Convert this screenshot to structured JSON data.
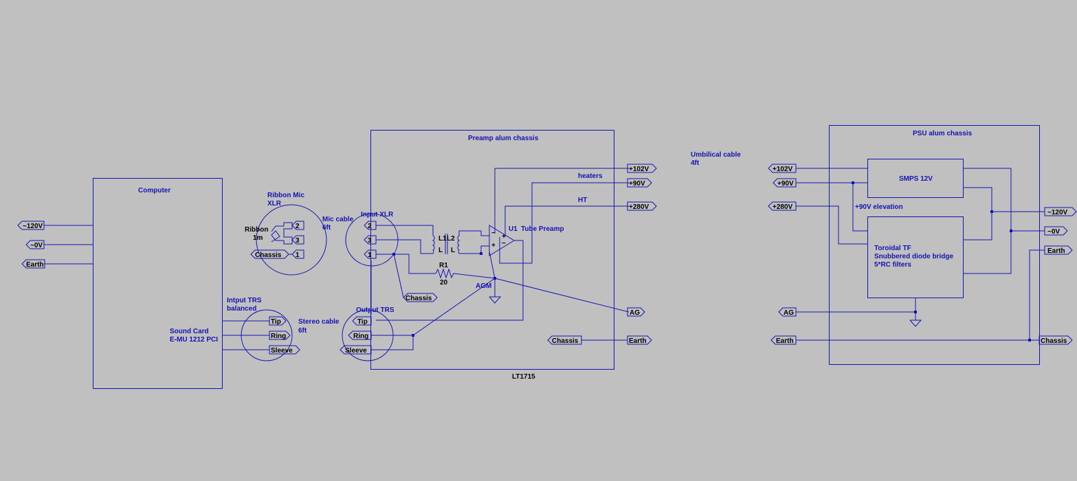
{
  "colors": {
    "background": "#c0c0c0",
    "wire": "#1414b4",
    "text_dark": "#000000"
  },
  "blocks": {
    "computer": {
      "title": "Computer",
      "soundcard_line1": "Sound Card",
      "soundcard_line2": "E-MU 1212 PCI"
    },
    "preamp": {
      "title": "Preamp alum chassis",
      "part_number": "LT1715"
    },
    "psu": {
      "title": "PSU alum chassis"
    }
  },
  "computer_ports": [
    "~120V",
    "~0V",
    "Earth"
  ],
  "mic": {
    "title_line1": "Ribbon Mic",
    "title_line2": "XLR",
    "ribbon_line1": "Ribbon",
    "ribbon_line2": "1m",
    "pins": [
      "2",
      "3"
    ],
    "chassis_label": "Chassis",
    "chassis_pin": "1"
  },
  "mic_cable": {
    "line1": "Mic cable",
    "line2": "6ft"
  },
  "input_xlr": {
    "title": "Input XLR",
    "pins": [
      "2",
      "3",
      "1"
    ],
    "chassis_label": "Chassis"
  },
  "input_trs": {
    "title_line1": "Intput TRS",
    "title_line2": "balanced",
    "pins": [
      "Tip",
      "Ring",
      "Sleeve"
    ]
  },
  "stereo_cable": {
    "line1": "Stereo cable",
    "line2": "6ft"
  },
  "output_trs": {
    "title": "Output TRS",
    "pins": [
      "Tip",
      "Ring",
      "Sleeve"
    ]
  },
  "transformer": {
    "l1": "L1",
    "l2": "L2",
    "l_a": "L",
    "l_b": "L"
  },
  "resistor": {
    "ref": "R1",
    "value": "20"
  },
  "opamp": {
    "ref": "U1",
    "label": "Tube Preamp",
    "agm": "AGM"
  },
  "preamp_rails": [
    {
      "label": "+102V",
      "net": ""
    },
    {
      "label": "+90V",
      "net": "heaters"
    },
    {
      "label": "+280V",
      "net": "HT"
    }
  ],
  "preamp_ag": "AG",
  "preamp_chassis": {
    "left": "Chassis",
    "right": "Earth"
  },
  "umbilical": {
    "line1": "Umbilical cable",
    "line2": "4ft"
  },
  "psu_inputs": [
    "+102V",
    "+90V",
    "+280V"
  ],
  "psu_outputs": [
    "~120V",
    "~0V",
    "Earth"
  ],
  "psu_ag": "AG",
  "psu_earth": {
    "left": "Earth",
    "right": "Chassis"
  },
  "smps": {
    "label": "SMPS 12V"
  },
  "elevation_label": "+90V elevation",
  "toroidal": {
    "line1": "Toroidal TF",
    "line2": "Snubbered diode bridge",
    "line3": "5*RC filters"
  }
}
